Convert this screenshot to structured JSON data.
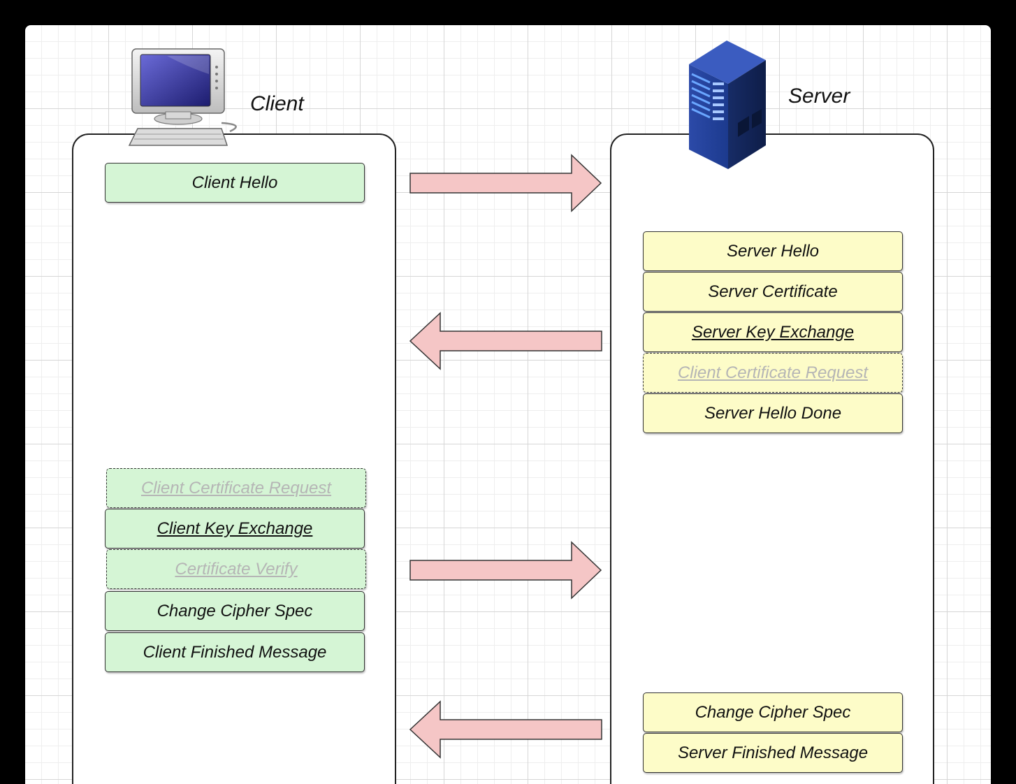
{
  "client": {
    "label": "Client",
    "messages": {
      "client_hello": "Client Hello",
      "client_certificate_request": "Client Certificate Request",
      "client_key_exchange": "Client Key Exchange",
      "certificate_verify": "Certificate Verify",
      "change_cipher_spec": "Change Cipher Spec",
      "client_finished": "Client Finished Message"
    }
  },
  "server": {
    "label": "Server",
    "messages": {
      "server_hello": "Server Hello",
      "server_certificate": "Server Certificate",
      "server_key_exchange": "Server Key Exchange",
      "client_certificate_request": "Client Certificate Request",
      "server_hello_done": "Server Hello Done",
      "change_cipher_spec": "Change Cipher Spec",
      "server_finished": "Server Finished Message"
    }
  },
  "colors": {
    "client_message_fill": "#d5f5d5",
    "server_message_fill": "#fdfcc8",
    "arrow_fill": "#f5c6c6",
    "optional_text": "#b5b5b5"
  },
  "icons": {
    "client": "computer-icon",
    "server": "server-rack-icon"
  }
}
